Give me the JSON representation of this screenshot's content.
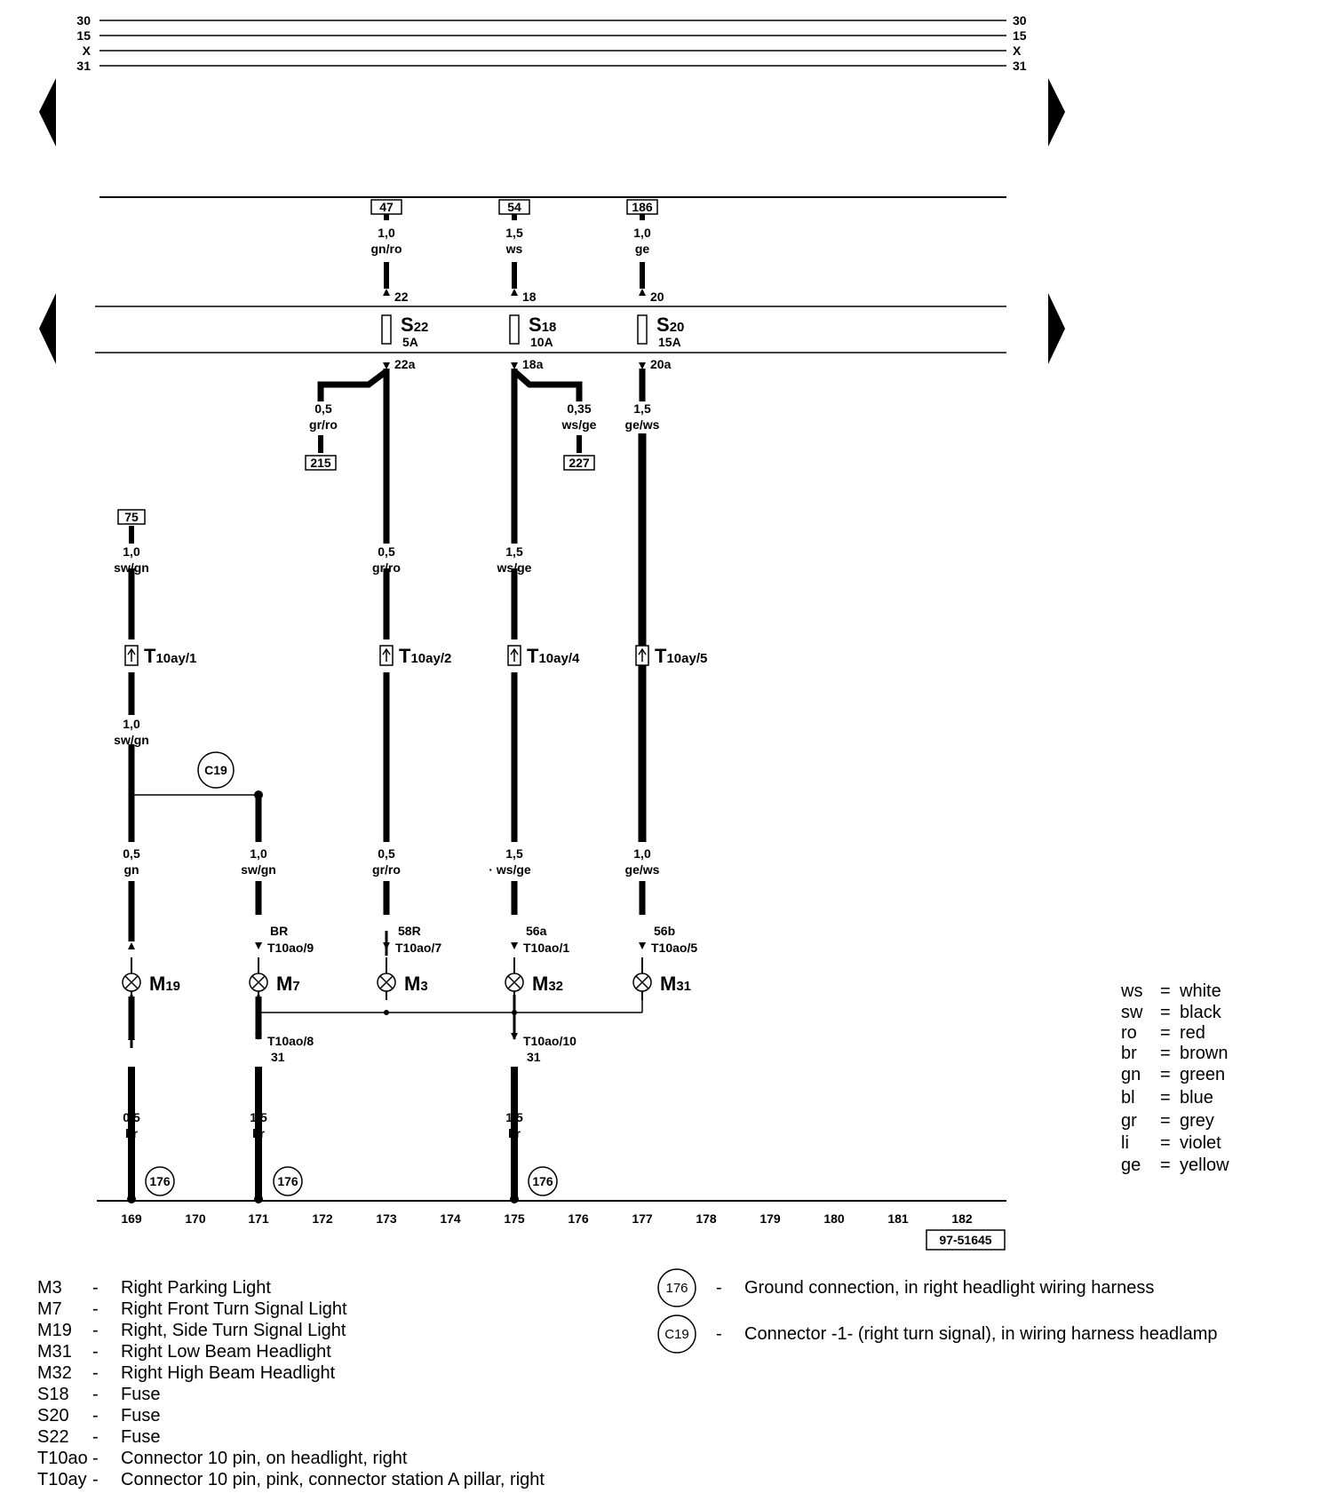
{
  "rails": [
    {
      "left": "30",
      "right": "30"
    },
    {
      "left": "15",
      "right": "15"
    },
    {
      "left": "X",
      "right": "X"
    },
    {
      "left": "31",
      "right": "31"
    }
  ],
  "top_refs": [
    "47",
    "54",
    "186"
  ],
  "fuse_in_terms": [
    "22",
    "18",
    "20"
  ],
  "fuses": [
    {
      "letter": "S",
      "sub": "22",
      "rating": "5A"
    },
    {
      "letter": "S",
      "sub": "18",
      "rating": "10A"
    },
    {
      "letter": "S",
      "sub": "20",
      "rating": "15A"
    }
  ],
  "fuse_out_terms": [
    "22a",
    "18a",
    "20a"
  ],
  "branch_refs": [
    "215",
    "227",
    "75"
  ],
  "connector_T10ay": [
    {
      "letter": "T",
      "sub": "10ay/1"
    },
    {
      "letter": "T",
      "sub": "10ay/2"
    },
    {
      "letter": "T",
      "sub": "10ay/4"
    },
    {
      "letter": "T",
      "sub": "10ay/5"
    }
  ],
  "wires": [
    {
      "size": "1,0",
      "color": "gn/ro"
    },
    {
      "size": "1,5",
      "color": "ws"
    },
    {
      "size": "1,0",
      "color": "ge"
    },
    {
      "size": "0,5",
      "color": "gr/ro"
    },
    {
      "size": "0,35",
      "color": "ws/ge"
    },
    {
      "size": "1,5",
      "color": "ge/ws"
    },
    {
      "size": "1,0",
      "color": "sw/gn"
    },
    {
      "size": "0,5",
      "color": "gr/ro"
    },
    {
      "size": "1,5",
      "color": "ws/ge"
    },
    {
      "size": "1,0",
      "color": "sw/gn"
    },
    {
      "size": "0,5",
      "color": "gn"
    },
    {
      "size": "1,0",
      "color": "sw/gn"
    },
    {
      "size": "0,5",
      "color": "gr/ro"
    },
    {
      "size": "1,5",
      "color": "· ws/ge"
    },
    {
      "size": "1,0",
      "color": "ge/ws"
    },
    {
      "size": "0,5",
      "color": "br"
    },
    {
      "size": "1,5",
      "color": "br"
    },
    {
      "size": "1,5",
      "color": "br"
    }
  ],
  "c19_label": "C19",
  "pin_labels": [
    {
      "top": "BR",
      "bottom": "T10ao/9"
    },
    {
      "top": "58R",
      "bottom": "T10ao/7"
    },
    {
      "top": "56a",
      "bottom": "T10ao/1"
    },
    {
      "top": "56b",
      "bottom": "T10ao/5"
    }
  ],
  "lamps": [
    {
      "letter": "M",
      "sub": "19"
    },
    {
      "letter": "M",
      "sub": "7"
    },
    {
      "letter": "M",
      "sub": "3"
    },
    {
      "letter": "M",
      "sub": "32"
    },
    {
      "letter": "M",
      "sub": "31"
    }
  ],
  "ground_pins": [
    {
      "top": "T10ao/8",
      "bottom": "31"
    },
    {
      "top": "T10ao/10",
      "bottom": "31"
    }
  ],
  "ground_label": "176",
  "track_numbers": [
    "169",
    "170",
    "171",
    "172",
    "173",
    "174",
    "175",
    "176",
    "177",
    "178",
    "179",
    "180",
    "181",
    "182"
  ],
  "diagram_id": "97-51645",
  "color_code": [
    {
      "code": "ws",
      "name": "white"
    },
    {
      "code": "sw",
      "name": "black"
    },
    {
      "code": "ro",
      "name": "red"
    },
    {
      "code": "br",
      "name": "brown"
    },
    {
      "code": "gn",
      "name": "green"
    },
    {
      "code": "bl",
      "name": "blue"
    },
    {
      "code": "gr",
      "name": "grey"
    },
    {
      "code": "li",
      "name": "violet"
    },
    {
      "code": "ge",
      "name": "yellow"
    }
  ],
  "component_legend": [
    {
      "code": "M3",
      "sep": "-",
      "desc": "Right Parking Light"
    },
    {
      "code": "M7",
      "sep": "-",
      "desc": "Right Front Turn Signal Light"
    },
    {
      "code": "M19",
      "sep": "-",
      "desc": "Right, Side Turn Signal Light"
    },
    {
      "code": "M31",
      "sep": "-",
      "desc": "Right Low Beam Headlight"
    },
    {
      "code": "M32",
      "sep": "-",
      "desc": "Right High Beam Headlight"
    },
    {
      "code": "S18",
      "sep": "-",
      "desc": "Fuse"
    },
    {
      "code": "S20",
      "sep": "-",
      "desc": "Fuse"
    },
    {
      "code": "S22",
      "sep": "-",
      "desc": "Fuse"
    },
    {
      "code": "T10ao",
      "sep": "-",
      "desc": "Connector 10 pin, on headlight, right"
    },
    {
      "code": "T10ay",
      "sep": "-",
      "desc": "Connector 10 pin, pink, connector station A pillar, right"
    }
  ],
  "circle_legend": [
    {
      "symbol": "176",
      "sep": "-",
      "desc": "Ground connection, in right headlight wiring harness"
    },
    {
      "symbol": "C19",
      "sep": "-",
      "desc": "Connector -1- (right turn signal), in wiring harness headlamp"
    }
  ]
}
